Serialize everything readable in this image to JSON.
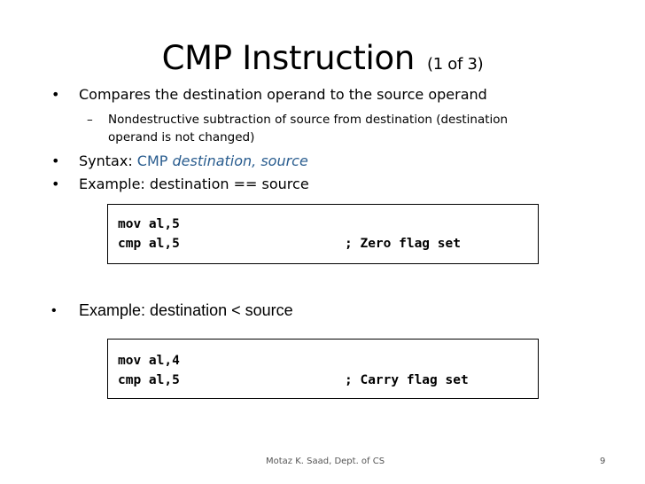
{
  "slide": {
    "title": "CMP Instruction",
    "subtitle": "(1 of 3)",
    "bullets": [
      {
        "marker": "•",
        "text": "Compares the destination operand to the source operand"
      },
      {
        "marker": "•",
        "prefix": "Syntax: ",
        "code_label": "CMP ",
        "code_args": "destination, source"
      },
      {
        "marker": "•",
        "text": "Example: destination == source"
      },
      {
        "marker": "•",
        "text": "Example: destination < source"
      }
    ],
    "sub_bullet": {
      "marker": "–",
      "text": "Nondestructive subtraction of source from destination (destination operand is not changed)"
    },
    "code_block_1": {
      "line1": "mov al,5",
      "line2": "cmp al,5",
      "comment": "; Zero flag set"
    },
    "code_block_2": {
      "line1": "mov al,4",
      "line2": "cmp al,5",
      "comment": "; Carry flag set"
    },
    "footer": {
      "author": "Motaz K. Saad, Dept. of CS",
      "page_number": "9"
    },
    "colors": {
      "accent": "#2a5d8f",
      "text": "#000000",
      "background": "#ffffff"
    }
  }
}
